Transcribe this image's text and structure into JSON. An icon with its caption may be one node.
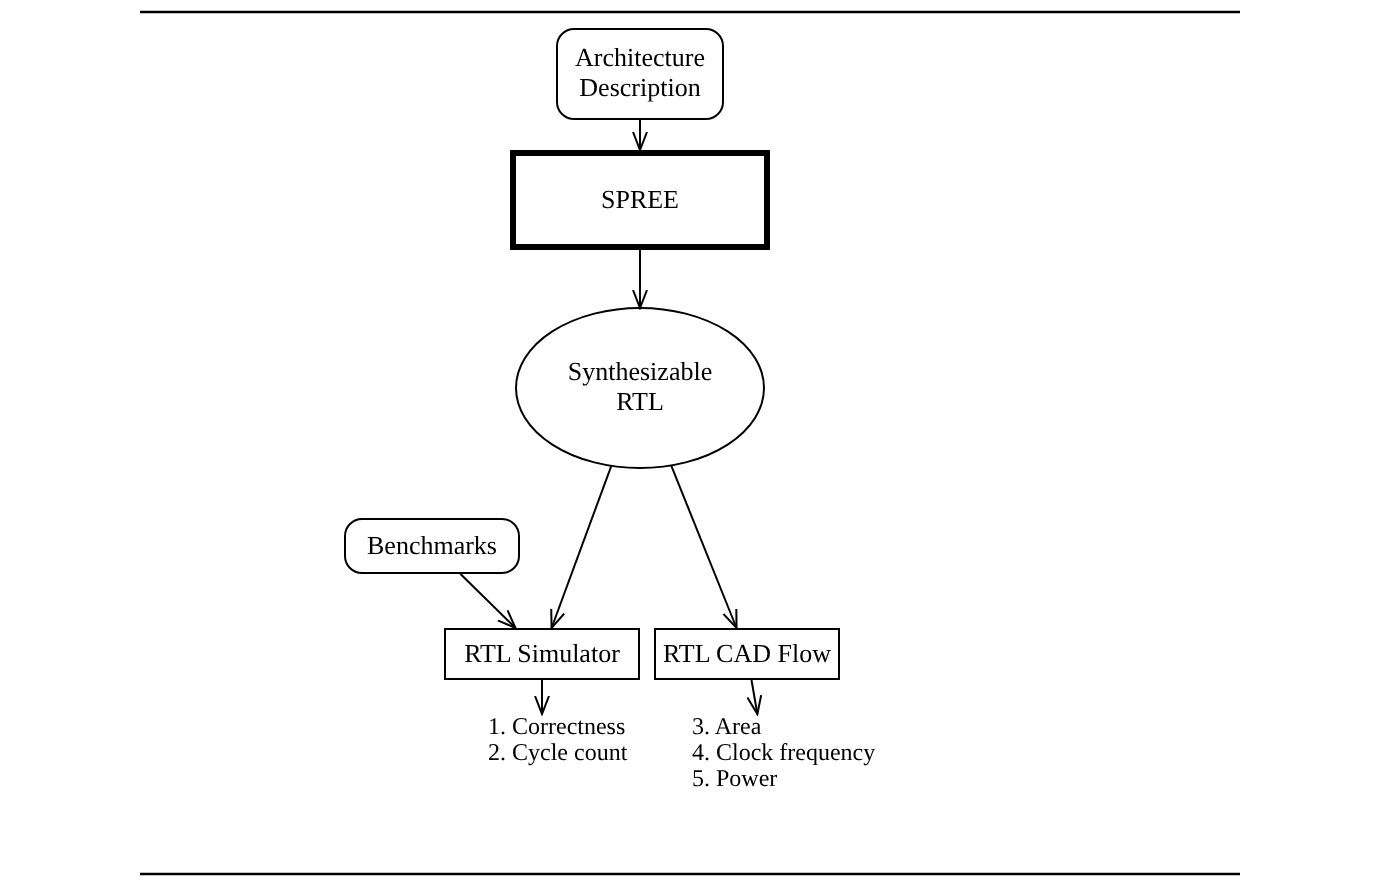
{
  "diagram": {
    "nodes": [
      {
        "text": [
          "Architecture Description"
        ]
      },
      {
        "text": [
          "SPREE"
        ]
      },
      {
        "text": [
          "Synthesizable RTL"
        ]
      },
      {
        "text": [
          "Benchmarks"
        ]
      },
      {
        "text": [
          "RTL Simulator"
        ]
      },
      {
        "text": [
          "RTL CAD Flow"
        ]
      },
      {
        "text": [
          "1. Correctness",
          "2. Cycle count"
        ]
      },
      {
        "text": [
          "3. Area",
          "4. Clock frequency",
          "5. Power"
        ]
      }
    ],
    "edges": [
      {
        "from": 0,
        "to": 1,
        "arrow": "to"
      },
      {
        "from": 1,
        "to": 2,
        "arrow": "to"
      },
      {
        "from": 2,
        "to": 4,
        "arrow": "to"
      },
      {
        "from": 2,
        "to": 5,
        "arrow": "to"
      },
      {
        "from": 3,
        "to": 4,
        "arrow": "to"
      },
      {
        "from": 4,
        "to": 6,
        "arrow": "to"
      },
      {
        "from": 5,
        "to": 7,
        "arrow": "to"
      }
    ]
  }
}
